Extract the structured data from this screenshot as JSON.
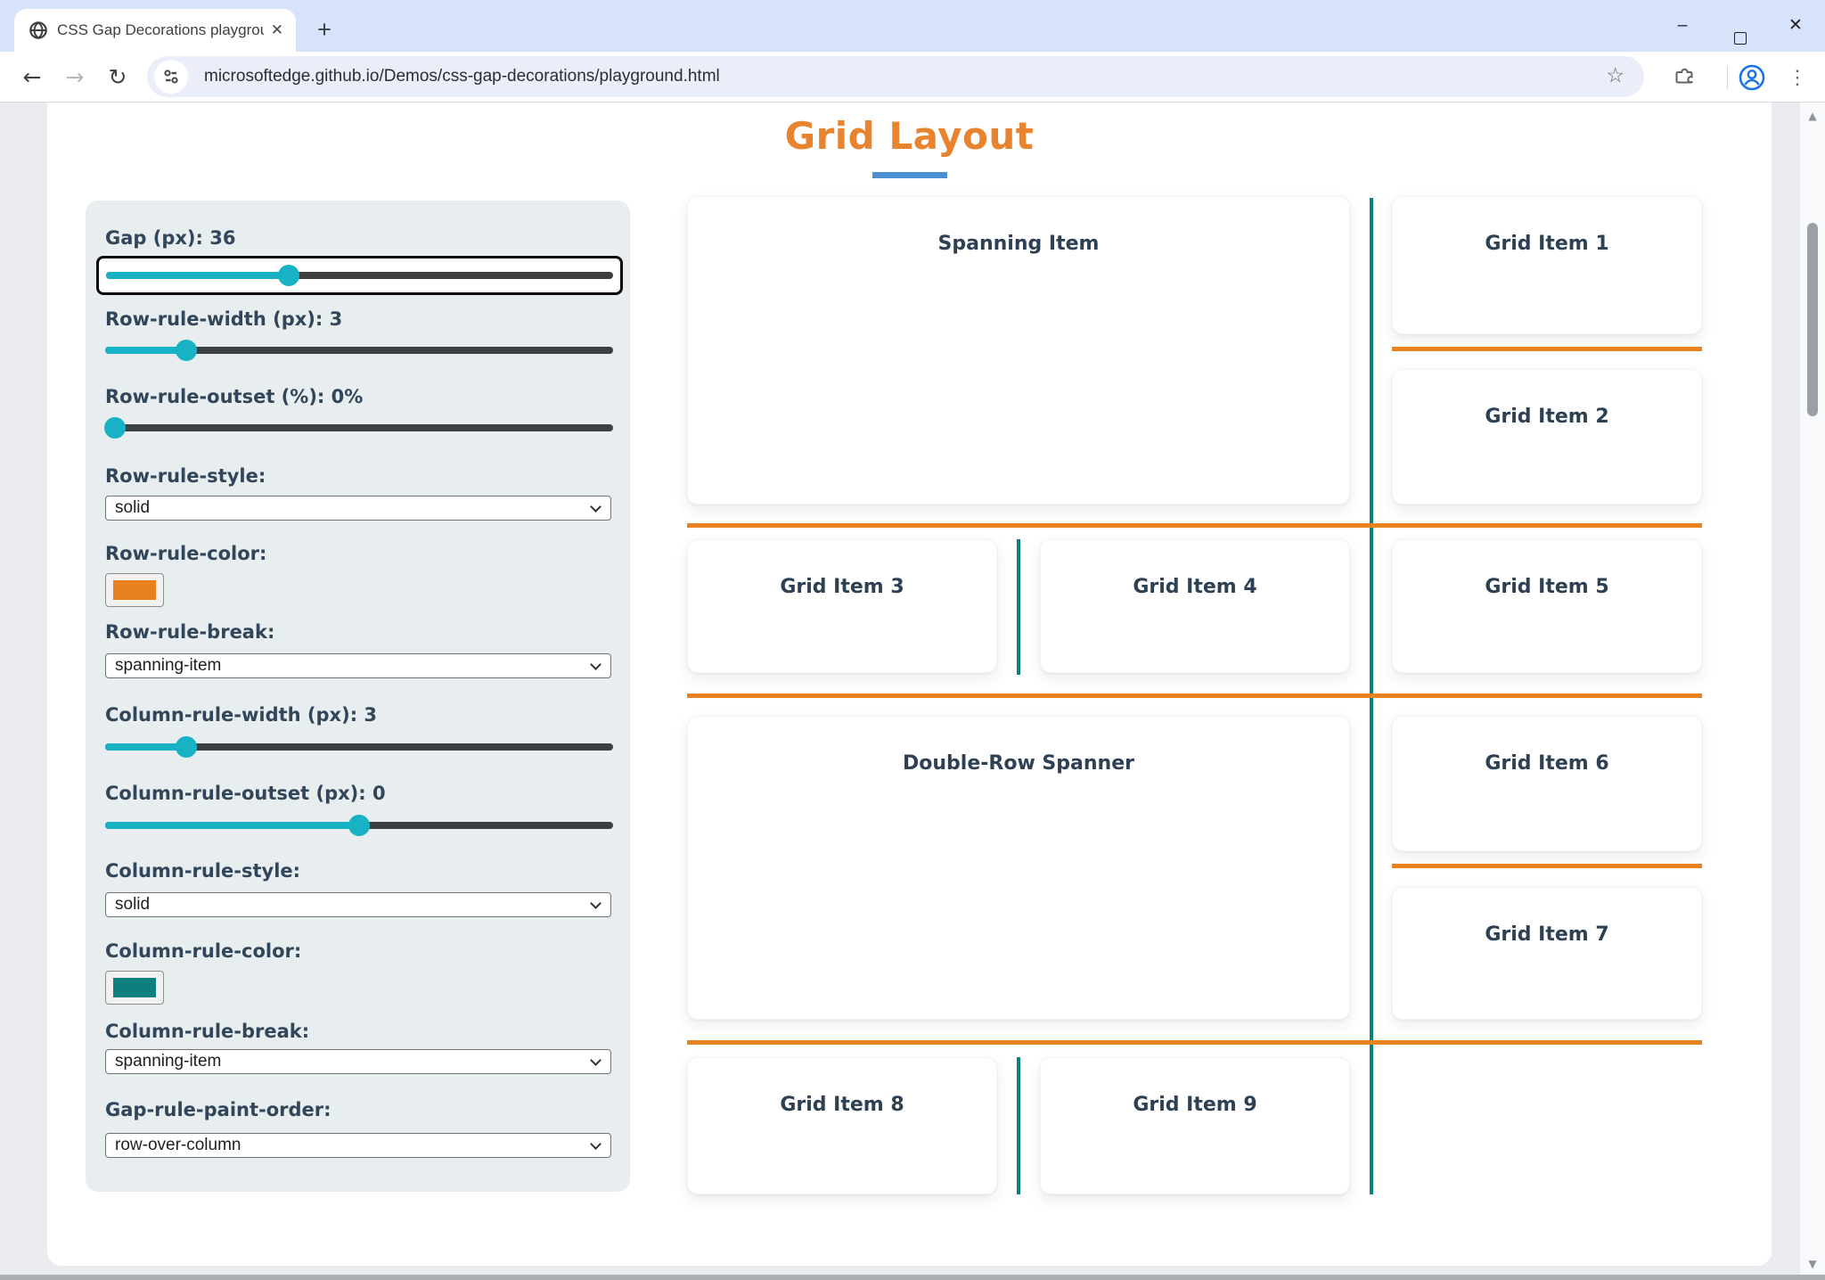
{
  "browser": {
    "tab": {
      "title": "CSS Gap Decorations playgroun"
    },
    "url": "microsoftedge.github.io/Demos/css-gap-decorations/playground.html",
    "icons": {
      "back": "←",
      "forward": "→",
      "reload": "↻",
      "close_tab": "✕",
      "new_tab": "+",
      "bookmark_star": "☆",
      "menu": "⋮",
      "minimize": "–",
      "close_window": "✕",
      "scroll_up": "▲",
      "scroll_down": "▼"
    }
  },
  "page": {
    "title": "Grid Layout",
    "colors": {
      "title": "#e8842f",
      "title_underline": "#4b90d2",
      "row_rule": "#e8821e",
      "column_rule": "#0c8080",
      "slider_fill": "#17b2c3"
    },
    "sidebar": {
      "controls": {
        "gap": {
          "label": "Gap (px): 36",
          "percent": 36
        },
        "row_rule_width": {
          "label": "Row-rule-width (px): 3",
          "percent": 16
        },
        "row_rule_outset": {
          "label": "Row-rule-outset (%): 0%",
          "percent": 2
        },
        "row_rule_style": {
          "label": "Row-rule-style:",
          "value": "solid"
        },
        "row_rule_color": {
          "label": "Row-rule-color:",
          "value": "#e8821e"
        },
        "row_rule_break": {
          "label": "Row-rule-break:",
          "value": "spanning-item"
        },
        "column_rule_width": {
          "label": "Column-rule-width (px): 3",
          "percent": 16
        },
        "column_rule_outset": {
          "label": "Column-rule-outset (px): 0",
          "percent": 50
        },
        "column_rule_style": {
          "label": "Column-rule-style:",
          "value": "solid"
        },
        "column_rule_color": {
          "label": "Column-rule-color:",
          "value": "#0c8080"
        },
        "column_rule_break": {
          "label": "Column-rule-break:",
          "value": "spanning-item"
        },
        "gap_rule_paint_order": {
          "label": "Gap-rule-paint-order:",
          "value": "row-over-column"
        }
      }
    },
    "grid": {
      "items": {
        "spanning": "Spanning Item",
        "item1": "Grid Item 1",
        "item2": "Grid Item 2",
        "item3": "Grid Item 3",
        "item4": "Grid Item 4",
        "item5": "Grid Item 5",
        "double_spanner": "Double-Row Spanner",
        "item6": "Grid Item 6",
        "item7": "Grid Item 7",
        "item8": "Grid Item 8",
        "item9": "Grid Item 9"
      }
    }
  }
}
